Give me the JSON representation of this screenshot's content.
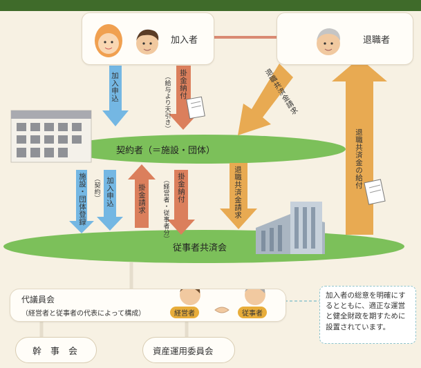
{
  "nodes": {
    "member": "加入者",
    "retiree": "退職者",
    "contractor": "契約者（＝施設・団体）",
    "association": "従事者共済会",
    "council": "代議員会",
    "council_note": "（経営者と従事者の代表によって構成）",
    "executives": "幹　事　会",
    "investment": "資産運用委員会",
    "manager_badge": "経営者",
    "worker_badge": "従事者"
  },
  "arrows": {
    "join_application_top": "加入申込",
    "premium_payment_top": "掛金納付",
    "premium_payment_top_note": "（給与より天引き）",
    "retirement_claim_top": "退職共済金請求",
    "retirement_payment": "退職共済金の給付",
    "facility_registration": "施設・団体登録",
    "facility_registration_note": "（契約）",
    "join_application_bottom": "加入申込",
    "premium_request": "掛金請求",
    "premium_payment_bottom": "掛金納付",
    "premium_payment_bottom_note": "（経営者・従事者分）",
    "retirement_claim_bottom": "退職共済金請求"
  },
  "note": "加入者の総意を明確にするとともに、適正な運営と健全財政を期すために設置されています。",
  "colors": {
    "header": "#3f6b2a",
    "background": "#f7f1e3",
    "ellipse": "#7cc05a",
    "blue_arrow": "#74b7e3",
    "orange_arrow": "#e8aa52",
    "red_arrow": "#db7f5c",
    "note_border": "#8ec4cc"
  }
}
